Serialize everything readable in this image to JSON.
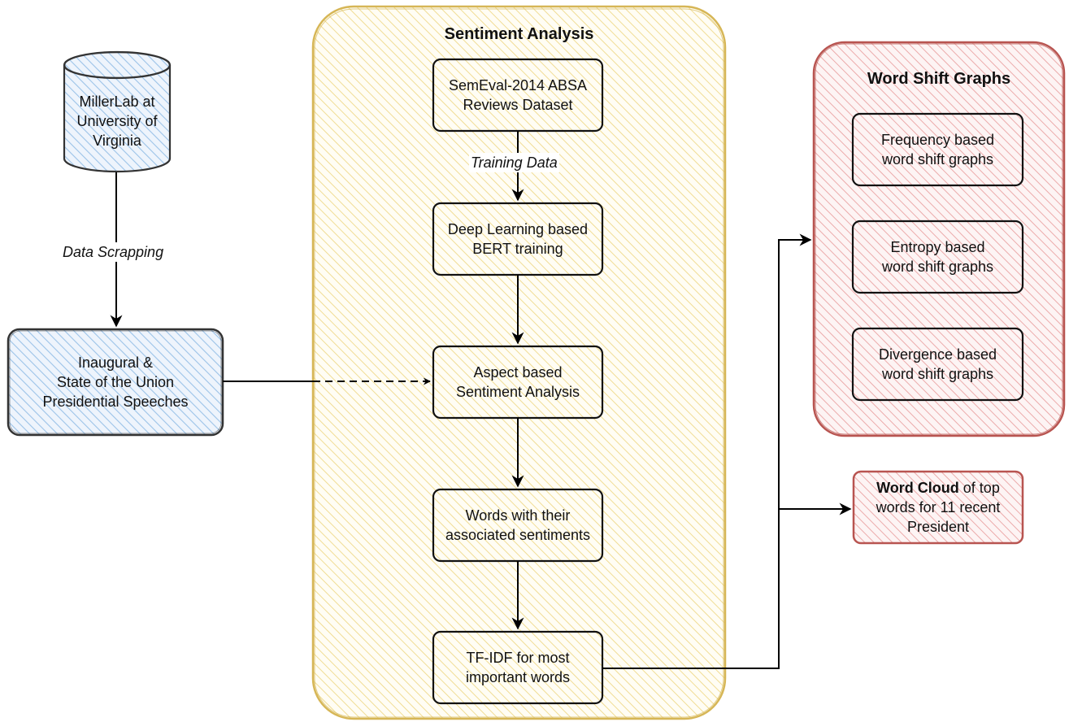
{
  "colors": {
    "blue_fill": "#dae8fc",
    "blue_hatch": "#9cc3e8",
    "yellow_stroke": "#d6b656",
    "yellow_hatch": "#efd98a",
    "red_stroke": "#b85450",
    "red_hatch": "#eaa3a3",
    "black": "#000000"
  },
  "nodes": {
    "database": {
      "line1": "MillerLab at",
      "line2": "University of",
      "line3": "Virginia"
    },
    "speeches": {
      "line1": "Inaugural &",
      "line2": "State of the Union",
      "line3": "Presidential Speeches"
    },
    "sentiment_group": {
      "title": "Sentiment Analysis"
    },
    "semeval": {
      "line1": "SemEval-2014 ABSA",
      "line2": "Reviews Dataset"
    },
    "bert": {
      "line1": "Deep Learning based",
      "line2": "BERT training"
    },
    "absa": {
      "line1": "Aspect based",
      "line2": "Sentiment Analysis"
    },
    "words": {
      "line1": "Words with their",
      "line2": "associated sentiments"
    },
    "tfidf": {
      "line1": "TF-IDF for most",
      "line2": "important words"
    },
    "wordshift_group": {
      "title": "Word Shift Graphs"
    },
    "frequency": {
      "line1": "Frequency based",
      "line2": "word shift graphs"
    },
    "entropy": {
      "line1": "Entropy based",
      "line2": "word shift graphs"
    },
    "divergence": {
      "line1": "Divergence based",
      "line2": "word shift graphs"
    },
    "wordcloud": {
      "bold": "Word Cloud",
      "rest": " of top",
      "line2": "words for 11 recent",
      "line3": "President"
    }
  },
  "edges": {
    "scrapping": "Data Scrapping",
    "training": "Training Data"
  }
}
